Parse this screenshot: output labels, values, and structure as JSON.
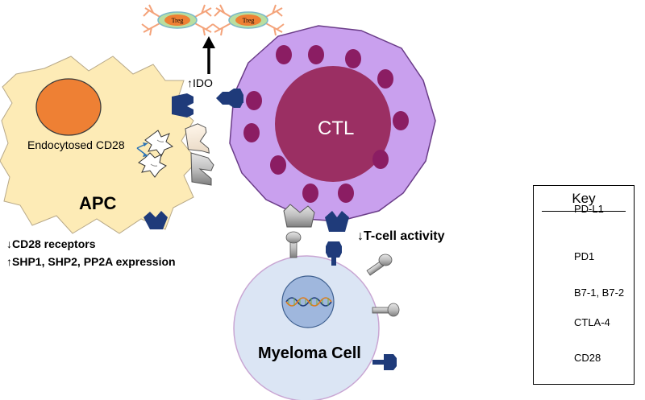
{
  "cells": {
    "apc": "APC",
    "ctl": "CTL",
    "myeloma": "Myeloma Cell",
    "treg_left": "Treg",
    "treg_right": "Treg"
  },
  "annotations": {
    "endocytosed": "Endocytosed CD28",
    "ido": "↑IDO",
    "tcell": "↓T-cell activity",
    "cd28_receptors": "↓CD28 receptors",
    "shp_expression": "↑SHP1, SHP2, PP2A expression"
  },
  "key": {
    "title": "Key",
    "items": [
      {
        "label": "PD-L1",
        "icon": "pd-l1-icon"
      },
      {
        "label": "PD1",
        "icon": "pd1-icon"
      },
      {
        "label": "B7-1, B7-2",
        "icon": "b7-icon"
      },
      {
        "label": "CTLA-4",
        "icon": "ctla4-icon"
      },
      {
        "label": "CD28",
        "icon": "cd28-icon"
      }
    ]
  },
  "colors": {
    "apc_fill": "#fdebb6",
    "ctl_outer": "#c9a0ee",
    "ctl_nucleus": "#9b2f63",
    "granule": "#8b1d63",
    "myeloma_fill": "#dbe5f4",
    "myeloma_nucleus": "#9fb7dd",
    "apc_nucleus": "#ee8034",
    "navy": "#1f3b7a",
    "grey_receptor": "#a6a6a6"
  }
}
